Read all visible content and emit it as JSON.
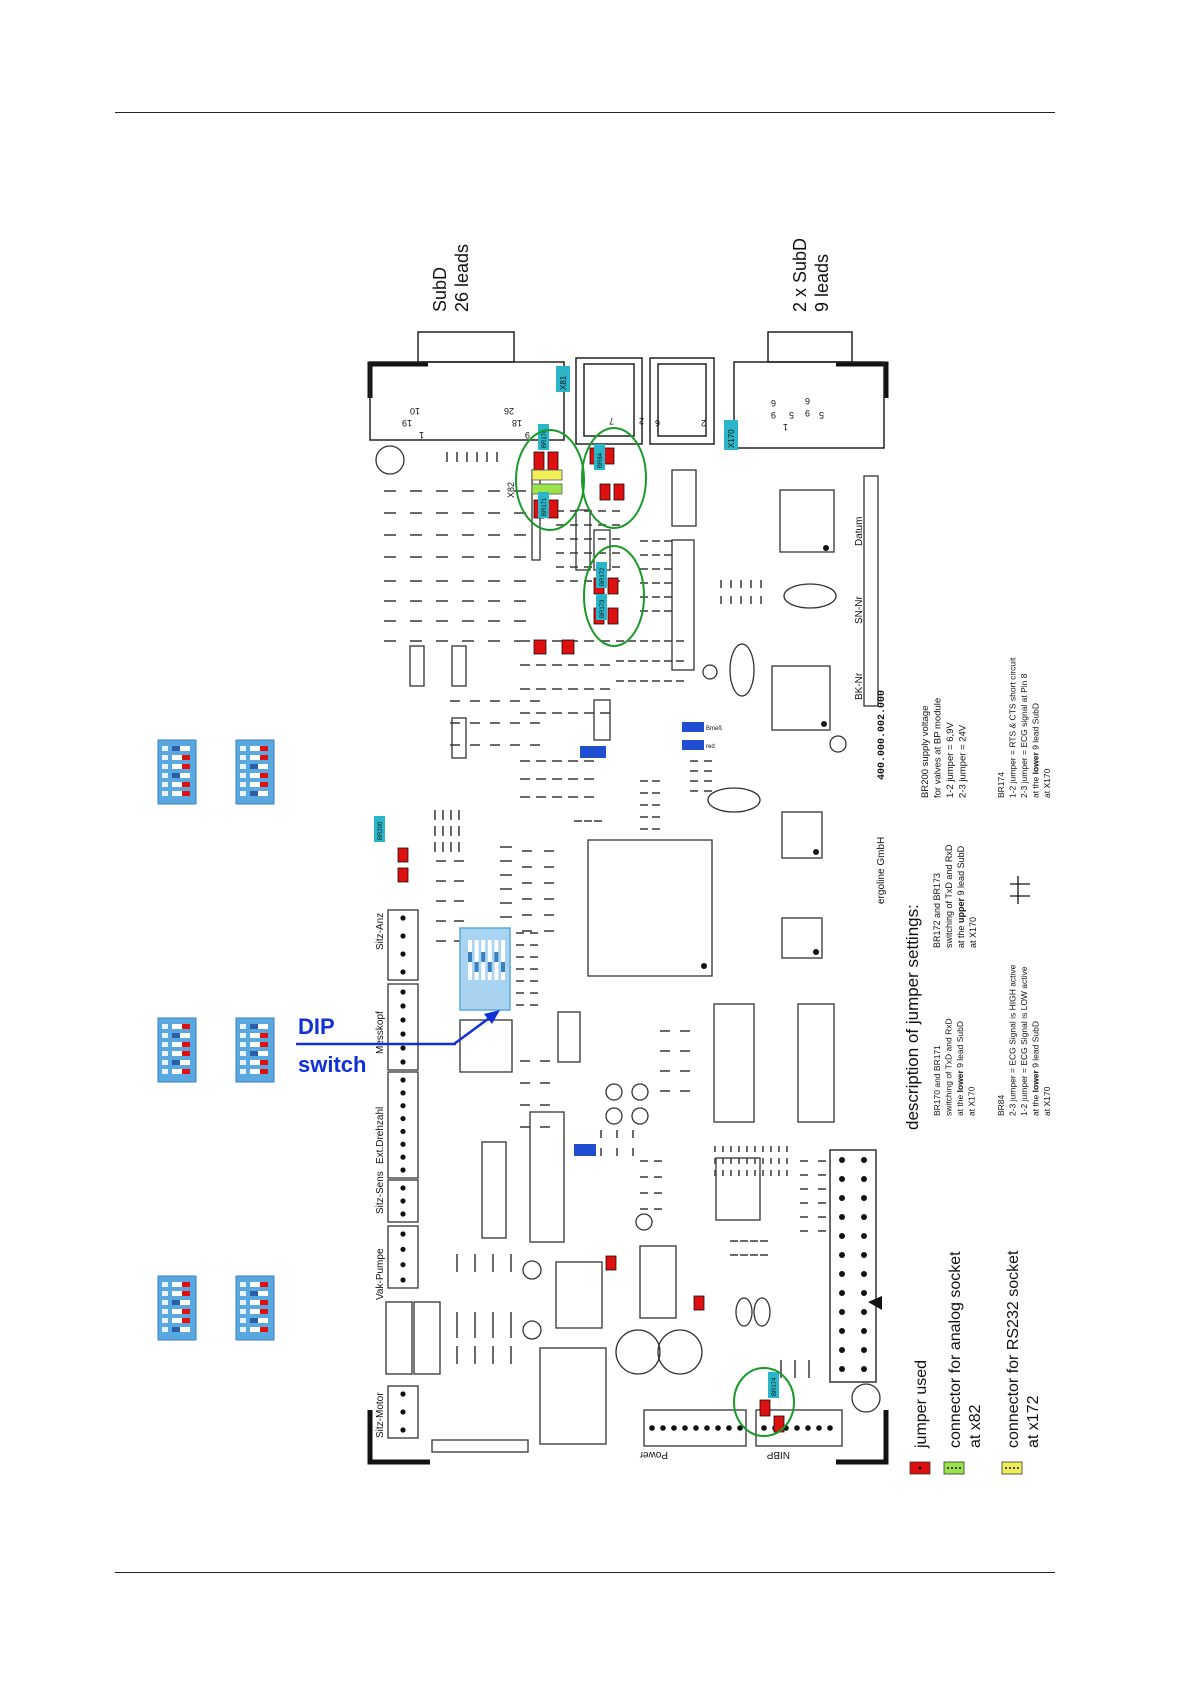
{
  "connectors": {
    "subd26": "SubD\n26 leads",
    "subd9": "2 x SubD\n9 leads",
    "x81": "X81",
    "x170": "X170",
    "x82": "X82"
  },
  "pin_labels": [
    "1",
    "19",
    "10",
    "9",
    "18",
    "26",
    "7",
    "2",
    "6",
    "2",
    "5",
    "1",
    "6",
    "9",
    "6",
    "9",
    "5"
  ],
  "board": {
    "part_number": "400.000.002.000",
    "maker": "ergoline GmbH",
    "datum": "Datum",
    "sn": "SN-Nr",
    "bk": "BK-Nr",
    "power": "Power",
    "nibp": "NIBP"
  },
  "side_connectors": [
    "Sitz-Motor",
    "Vak-Pumpe",
    "Sitz-Sens",
    "Ext.Drehzahl",
    "Messkopf",
    "Sitz-Anz"
  ],
  "jumper_tags": [
    "BR172",
    "BR173",
    "BR170",
    "BR171",
    "BR200",
    "BR84",
    "BR174"
  ],
  "dip_callout": {
    "line1": "DIP",
    "line2": "switch"
  },
  "settings": {
    "title": "description of jumper settings:",
    "blocks": [
      {
        "name": "br200",
        "lines": [
          "BR200 supply voltage",
          "for valves at BP module",
          "1-2 jumper = 6,9V",
          "2-3 jumper = 24V"
        ]
      },
      {
        "name": "br174",
        "lines": [
          "BR174",
          "1-2 jumper = RTS & CTS short circuit",
          "2-3 jumper = ECG signal at  Pin 8",
          "at the lower 9 lead SubD",
          "at X170"
        ]
      },
      {
        "name": "br172",
        "lines": [
          "BR172 and BR173",
          "switching of TxD and RxD",
          "at the upper 9 lead SubD",
          "at X170"
        ]
      },
      {
        "name": "br170",
        "lines": [
          "BR170 and BR171",
          "switching of TxD and RxD",
          "at the lower 9 lead SubD",
          "at X170"
        ]
      },
      {
        "name": "br84",
        "lines": [
          "BR84",
          "2-3 jumper = ECG Signal is HIGH active",
          "1-2 jumper = ECG Signal is LOW active",
          "at the lower 9 lead SubD",
          "at X170"
        ]
      }
    ]
  },
  "legend": [
    {
      "text": "jumper used",
      "color": "#e01010"
    },
    {
      "text": "connector for analog socket\nat x82",
      "color": "#9be34a"
    },
    {
      "text": "connector for RS232 socket\nat x172",
      "color": "#f2ee58"
    }
  ],
  "colors": {
    "jumper": "#e01010",
    "dip": "#5aa8e0",
    "tag": "#2ab5c8",
    "circle": "#1a9a28",
    "arrow": "#1030d8",
    "blue_part": "#1f4fd0"
  }
}
